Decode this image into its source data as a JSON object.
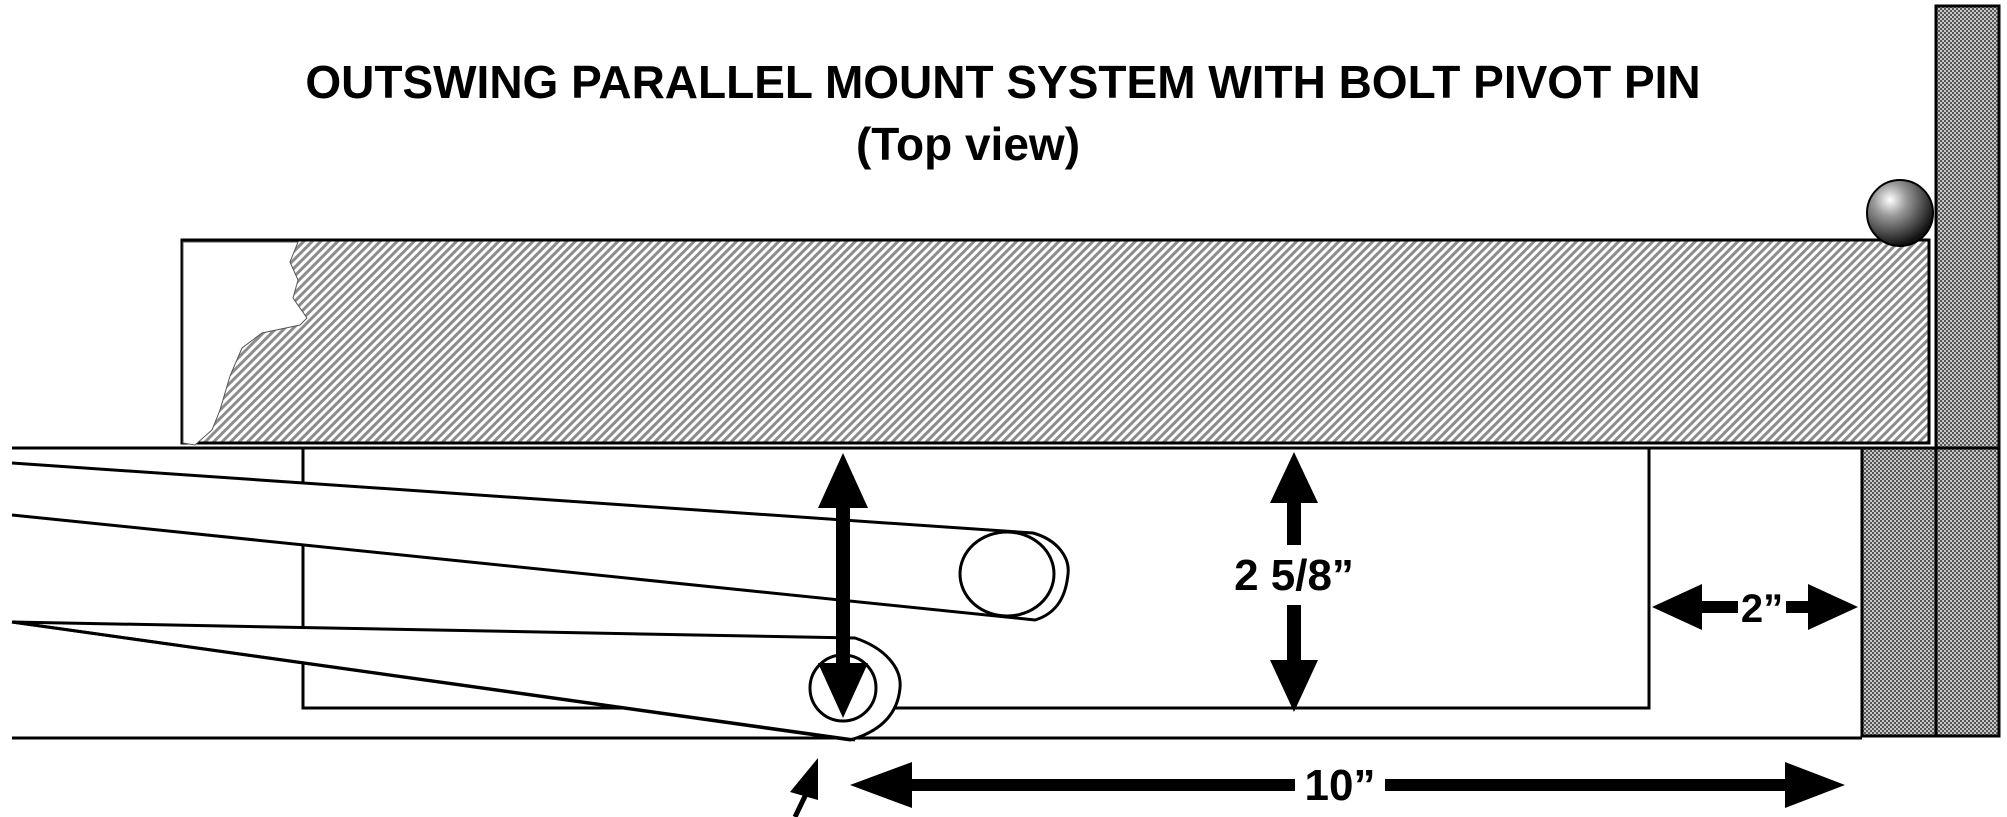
{
  "title": {
    "line1": "OUTSWING PARALLEL MOUNT SYSTEM WITH BOLT PIVOT PIN",
    "line2": "(Top view)"
  },
  "dimensions": {
    "height": "2 5/8”",
    "offset": "2”",
    "length": "10”"
  },
  "colors": {
    "line": "#000000",
    "background": "#ffffff",
    "door_hatch": "#8c8c8c",
    "frame_fill": "#a0a0a0"
  }
}
